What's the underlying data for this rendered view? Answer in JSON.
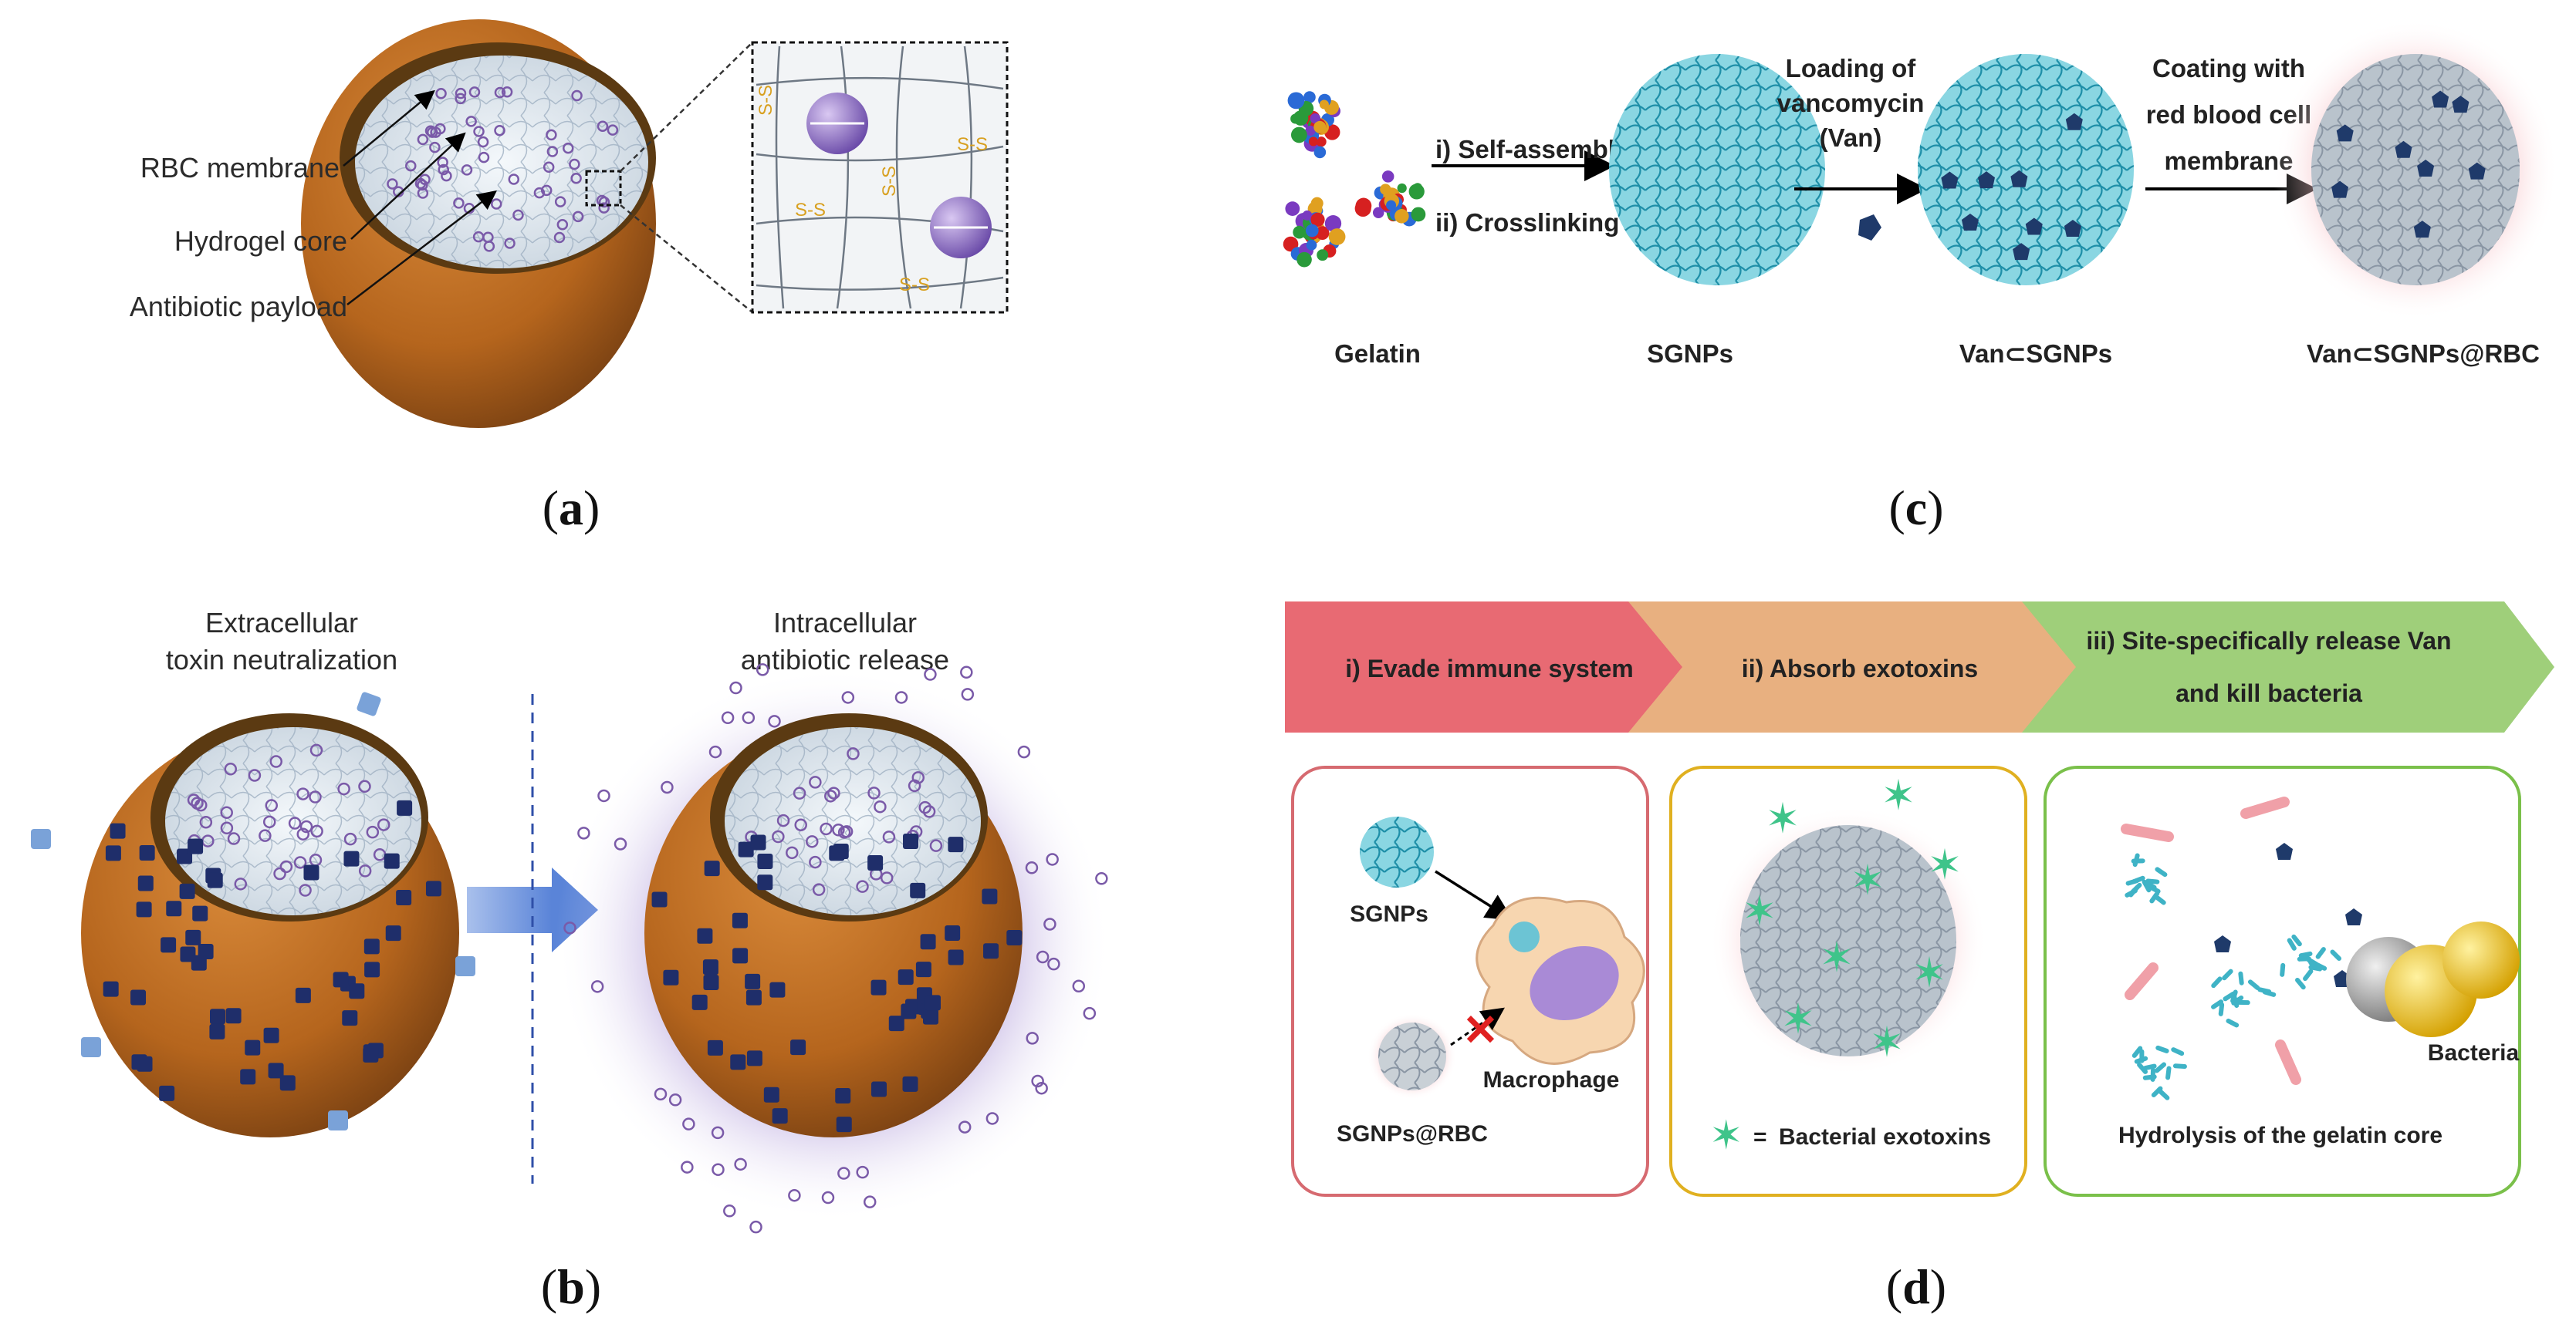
{
  "panels": {
    "a": {
      "tag_open": "(",
      "tag_letter": "a",
      "tag_close": ")",
      "labels": [
        "RBC membrane",
        "Hydrogel core",
        "Antibiotic payload"
      ],
      "bond": "S-S"
    },
    "b": {
      "tag_open": "(",
      "tag_letter": "b",
      "tag_close": ")",
      "left_title": [
        "Extracellular",
        "toxin neutralization"
      ],
      "right_title": [
        "Intracellular",
        "antibiotic release"
      ]
    },
    "c": {
      "tag_open": "(",
      "tag_letter": "c",
      "tag_close": ")",
      "step1": [
        "i) Self-assembly",
        "ii) Crosslinking"
      ],
      "step2": [
        "Loading of",
        "vancomycin",
        "(Van)"
      ],
      "step3": [
        "Coating with",
        "red blood cell",
        "membrane"
      ],
      "items": [
        "Gelatin",
        "SGNPs",
        "Van⊂SGNPs",
        "Van⊂SGNPs@RBC"
      ]
    },
    "d": {
      "tag_open": "(",
      "tag_letter": "d",
      "tag_close": ")",
      "banner": [
        "i) Evade immune system",
        "ii) Absorb exotoxins",
        "iii) Site-specifically release Van",
        "and kill bacteria"
      ],
      "box1": {
        "sgnps": "SGNPs",
        "macrophage": "Macrophage",
        "coated": "SGNPs@RBC"
      },
      "box2": {
        "eq": "=",
        "legend": "Bacterial exotoxins"
      },
      "box3": {
        "bacteria": "Bacteria",
        "caption": "Hydrolysis of the gelatin core"
      }
    }
  },
  "colors": {
    "rbc_shell": "#b5651d",
    "hydrogel": "#dfe8f0",
    "payload": "#7a5aa8",
    "nanoparticle": "#3fb3c6",
    "toxin_green": "#3fc48a",
    "banner_red": "#e86a73",
    "banner_orange": "#e8b080",
    "banner_green": "#9fcf7a"
  }
}
